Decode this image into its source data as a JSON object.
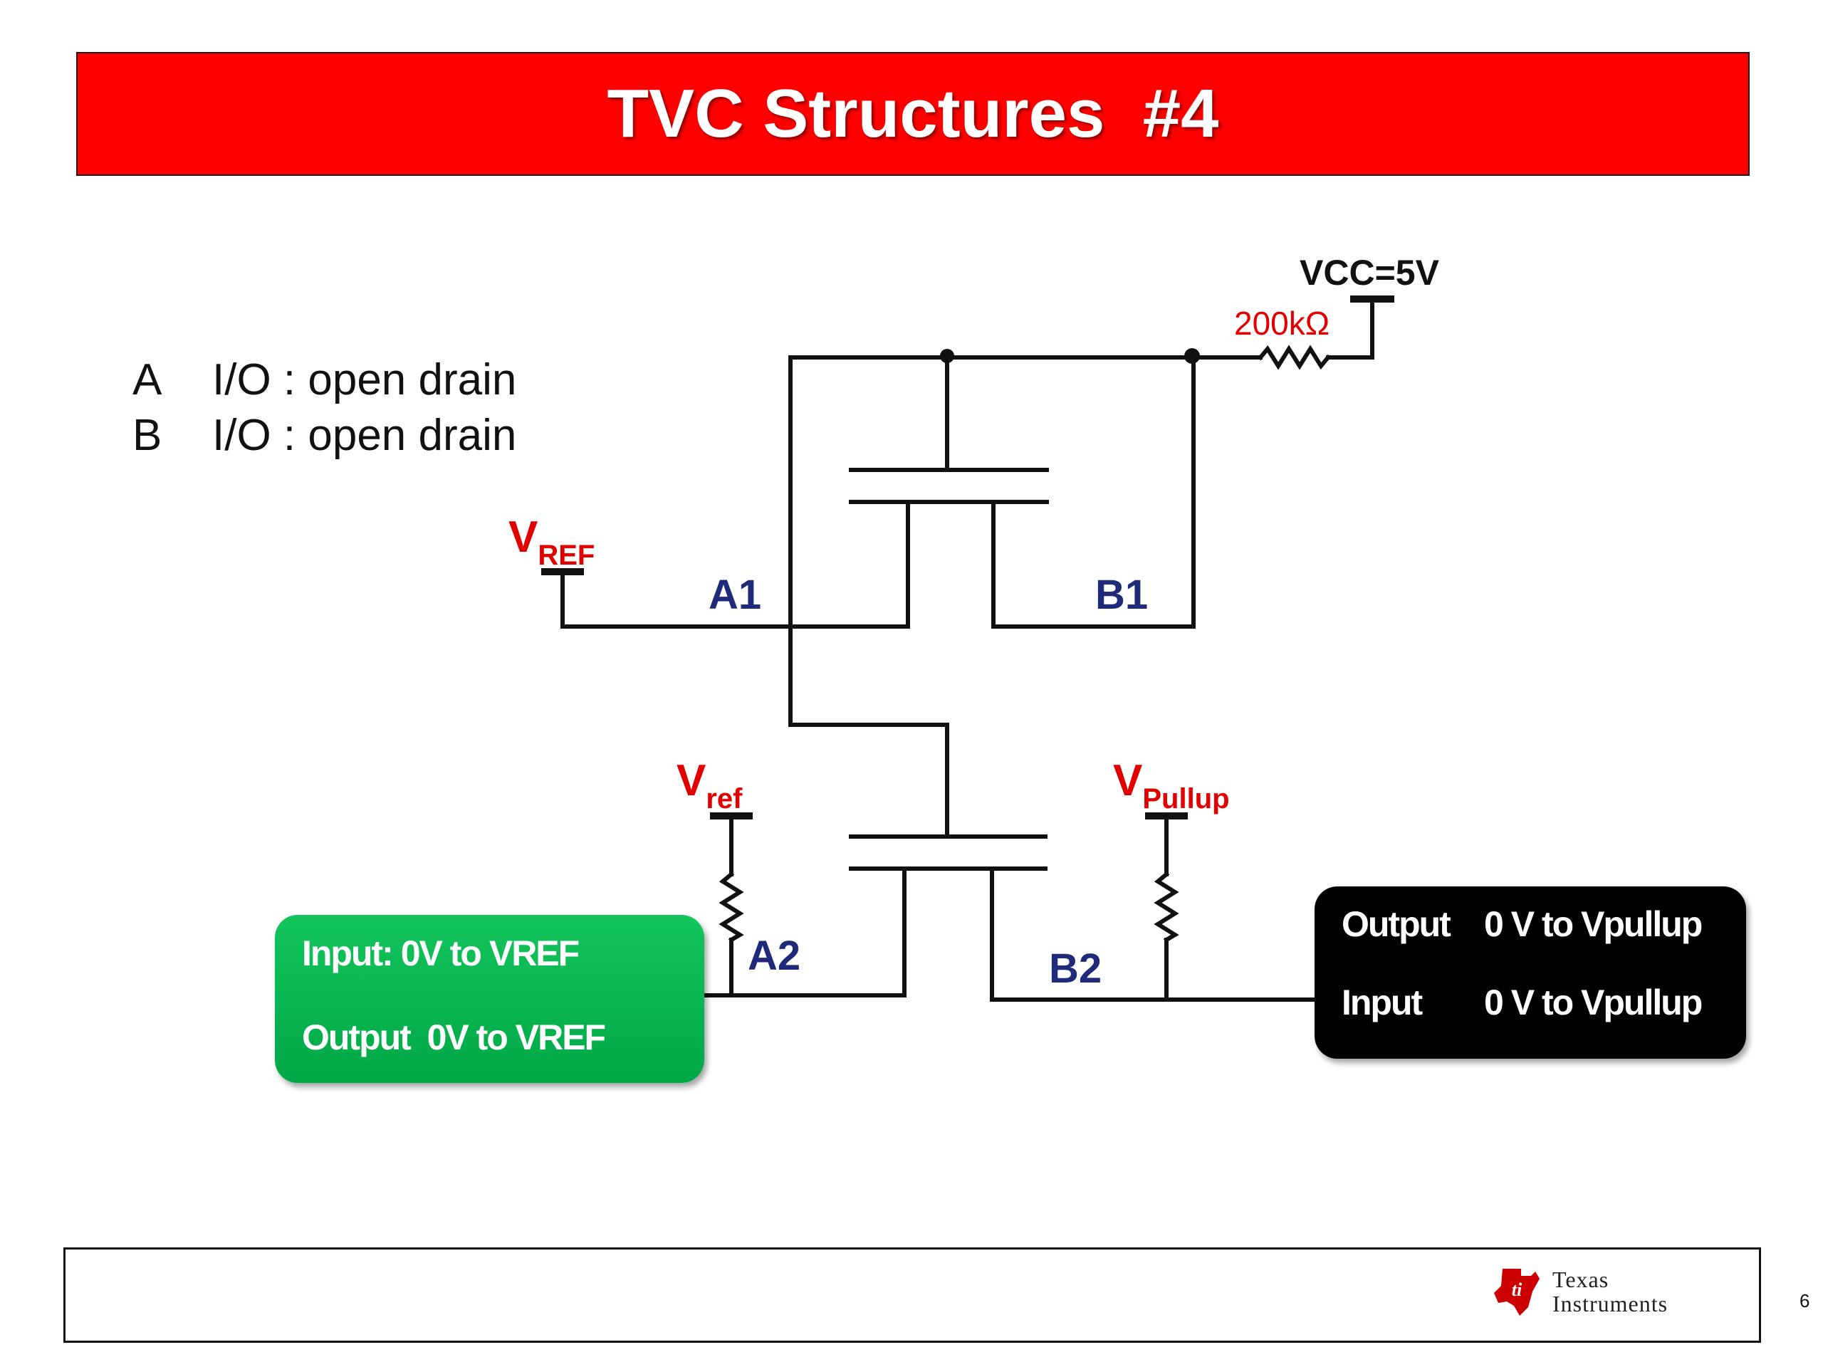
{
  "title": "TVC Structures  #4",
  "io_list": [
    {
      "letter": "A",
      "text": "I/O : open drain"
    },
    {
      "letter": "B",
      "text": "I/O : open drain"
    }
  ],
  "circuit": {
    "vcc_label": "VCC=5V",
    "resistor_label": "200kΩ",
    "vref_upper": {
      "main": "V",
      "sub": "REF"
    },
    "vref_lower": {
      "main": "V",
      "sub": "ref"
    },
    "vpullup": {
      "main": "V",
      "sub": "Pullup"
    },
    "pins": {
      "a1": "A1",
      "b1": "B1",
      "a2": "A2",
      "b2": "B2"
    }
  },
  "green_box": {
    "line1": "Input: 0V to VREF",
    "line2": "Output  0V to VREF"
  },
  "black_box": {
    "row1": {
      "label": "Output",
      "value": "0 V to Vpullup"
    },
    "row2": {
      "label": "Input",
      "value": "0 V to Vpullup"
    }
  },
  "footer": {
    "logo_line1": "Texas",
    "logo_line2": "Instruments",
    "page_number": "6"
  },
  "colors": {
    "title_bg": "#ff0000",
    "label_red": "#e00000",
    "pin_blue": "#1f2a7a",
    "green_box": "#00b050",
    "black_box": "#000000"
  }
}
